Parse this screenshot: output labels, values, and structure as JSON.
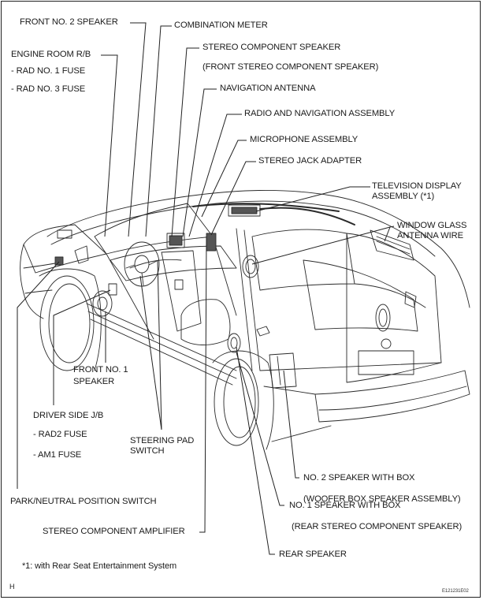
{
  "figure": {
    "title": "Audio and Visual System Parts Location",
    "figure_id": "E121231E02",
    "corner_mark": "H",
    "footnote": "*1: with Rear Seat Entertainment System"
  },
  "labels": {
    "front_no2_speaker": "FRONT NO. 2 SPEAKER",
    "combination_meter": "COMBINATION METER",
    "engine_room_rb": "ENGINE ROOM R/B",
    "rad_no1_fuse": "- RAD NO. 1 FUSE",
    "rad_no3_fuse": "- RAD NO. 3 FUSE",
    "stereo_component_speaker": "STEREO COMPONENT SPEAKER",
    "front_stereo_component_speaker": "(FRONT STEREO COMPONENT SPEAKER)",
    "navigation_antenna": "NAVIGATION ANTENNA",
    "radio_navigation_assembly": "RADIO AND NAVIGATION ASSEMBLY",
    "microphone_assembly": "MICROPHONE ASSEMBLY",
    "stereo_jack_adapter": "STEREO JACK ADAPTER",
    "television_display_1": "TELEVISION DISPLAY",
    "television_display_2": "ASSEMBLY (*1)",
    "window_glass_1": "WINDOW GLASS",
    "window_glass_2": "ANTENNA WIRE",
    "front_no1_speaker_1": "FRONT NO. 1",
    "front_no1_speaker_2": "SPEAKER",
    "driver_side_jb": "DRIVER SIDE J/B",
    "rad2_fuse": "- RAD2 FUSE",
    "am1_fuse": "- AM1 FUSE",
    "steering_pad_1": "STEERING PAD",
    "steering_pad_2": "SWITCH",
    "no2_speaker_box": "NO. 2 SPEAKER WITH BOX",
    "woofer_box": "(WOOFER BOX SPEAKER ASSEMBLY)",
    "park_neutral": "PARK/NEUTRAL POSITION SWITCH",
    "no1_speaker_box": "NO. 1 SPEAKER WITH BOX",
    "rear_stereo_component": "(REAR STEREO COMPONENT SPEAKER)",
    "stereo_amplifier": "STEREO COMPONENT AMPLIFIER",
    "rear_speaker": "REAR SPEAKER"
  }
}
